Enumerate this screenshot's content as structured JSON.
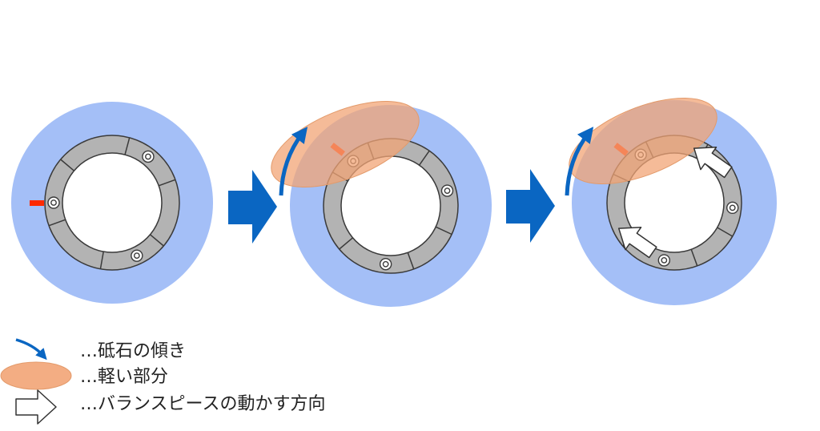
{
  "colors": {
    "wheel": "#a4bff7",
    "ring": "#b3b3b3",
    "ring_stroke": "#3a3a3a",
    "hole": "#ffffff",
    "marker": "#ff2a00",
    "arrow_blue": "#0a66c2",
    "light_area": "#f2a476",
    "light_area_stroke": "#e39a6a",
    "piece_arrow_fill": "#ffffff",
    "piece_arrow_stroke": "#333333"
  },
  "icons": {
    "tilt": "curved-blue-arrow-icon",
    "light_part": "orange-ellipse-icon",
    "piece_direction": "outline-arrow-icon",
    "step": "blue-block-arrow-icon"
  },
  "legend": {
    "tilt_label": "…砥石の傾き",
    "light_label": "…軽い部分",
    "piece_label": "…バランスピースの動かす方向"
  }
}
